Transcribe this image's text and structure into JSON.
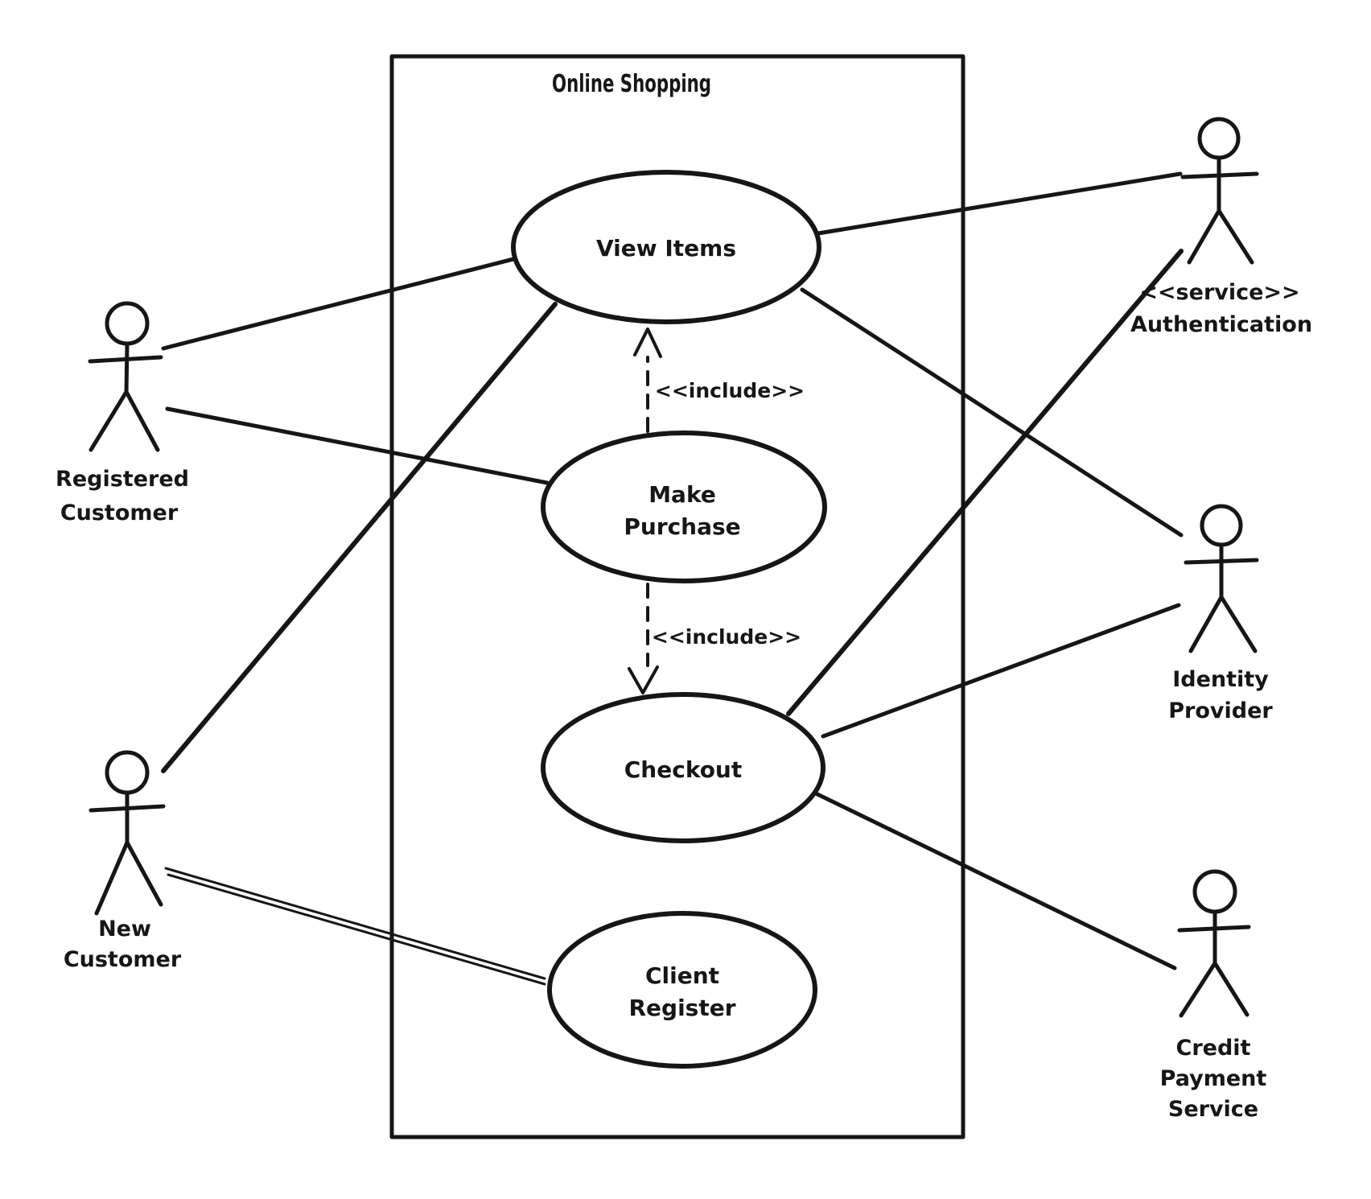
{
  "diagram": {
    "type": "uml-use-case",
    "background": "#ffffff",
    "ink_color": "#161616"
  },
  "system": {
    "title": "Online Shopping"
  },
  "use_cases": [
    {
      "name": "View Items",
      "lines": [
        "View Items"
      ]
    },
    {
      "name": "Make Purchase",
      "lines": [
        "Make",
        "Purchase"
      ]
    },
    {
      "name": "Checkout",
      "lines": [
        "Checkout"
      ]
    },
    {
      "name": "Client Register",
      "lines": [
        "Client",
        "Register"
      ]
    }
  ],
  "actors": [
    {
      "name": "Registered Customer",
      "side": "left",
      "lines": [
        "Registered",
        "Customer"
      ]
    },
    {
      "name": "New Customer",
      "side": "left",
      "lines": [
        "New",
        "Customer"
      ]
    },
    {
      "name": "<<service>> Authentication",
      "side": "right",
      "lines": [
        "<<service>>",
        "Authentication"
      ]
    },
    {
      "name": "Identity Provider",
      "side": "right",
      "lines": [
        "Identity",
        "Provider"
      ]
    },
    {
      "name": "Credit Payment Service",
      "side": "right",
      "lines": [
        "Credit",
        "Payment",
        "Service"
      ]
    }
  ],
  "associations": [
    {
      "from": "Registered Customer",
      "to": "View Items"
    },
    {
      "from": "Registered Customer",
      "to": "Make Purchase"
    },
    {
      "from": "New Customer",
      "to": "View Items"
    },
    {
      "from": "New Customer",
      "to": "Client Register"
    },
    {
      "from": "View Items",
      "to": "<<service>> Authentication"
    },
    {
      "from": "View Items",
      "to": "Identity Provider"
    },
    {
      "from": "Checkout",
      "to": "<<service>> Authentication"
    },
    {
      "from": "Checkout",
      "to": "Identity Provider"
    },
    {
      "from": "Checkout",
      "to": "Credit Payment Service"
    }
  ],
  "includes": [
    {
      "from": "Make Purchase",
      "to": "View Items",
      "label": "<<include>>"
    },
    {
      "from": "Make Purchase",
      "to": "Checkout",
      "label": "<<include>>"
    }
  ]
}
